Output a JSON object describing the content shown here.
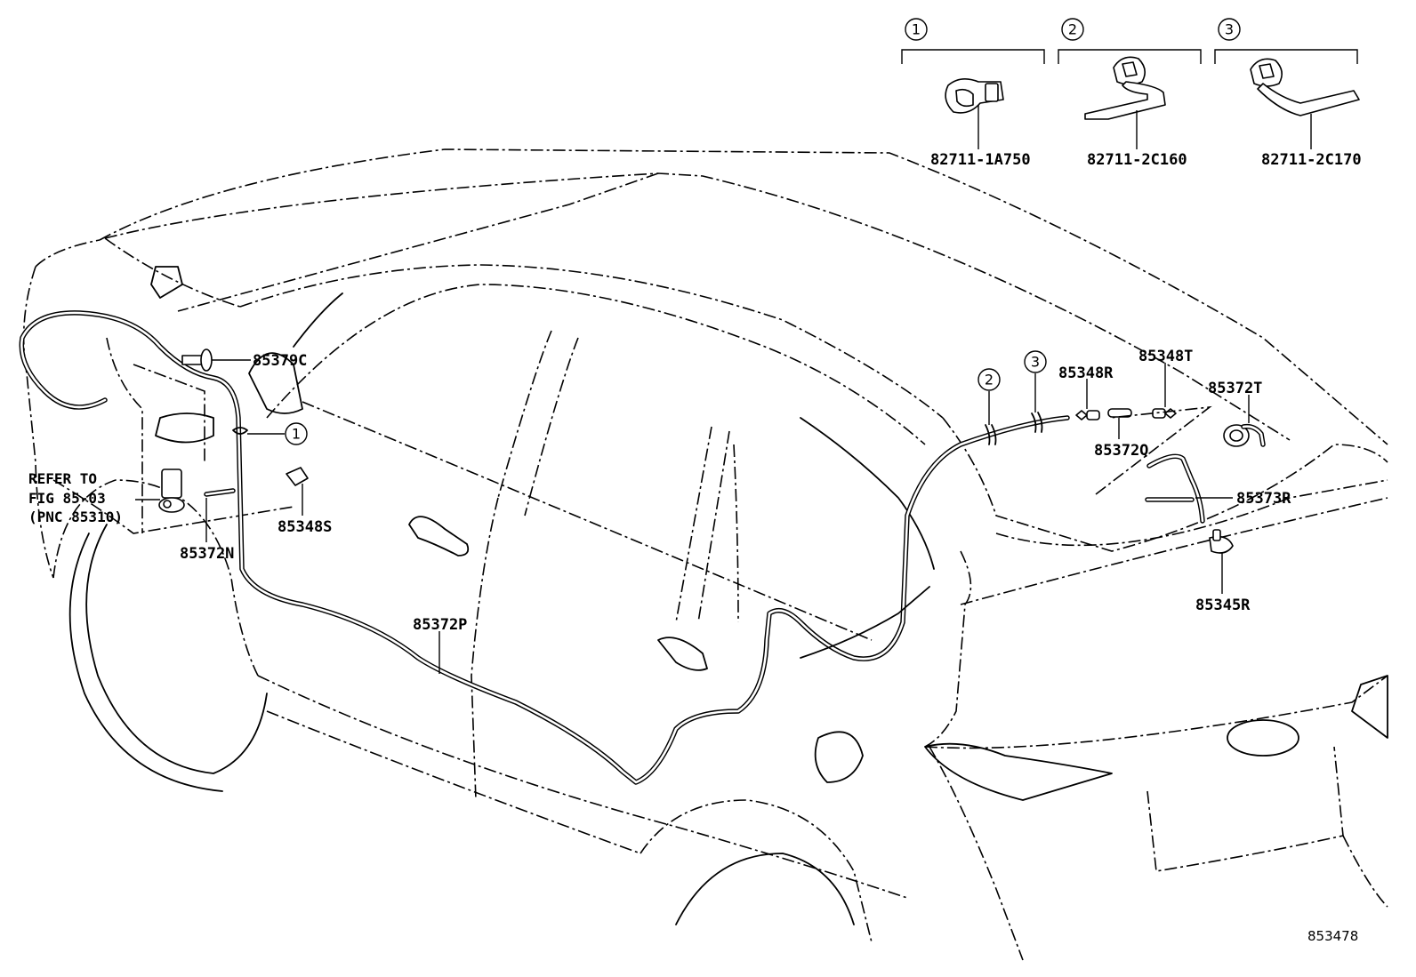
{
  "clip_variants": [
    {
      "callout": "1",
      "part_number": "82711-1A750"
    },
    {
      "callout": "2",
      "part_number": "82711-2C160"
    },
    {
      "callout": "3",
      "part_number": "82711-2C170"
    }
  ],
  "hose_callouts": [
    "1",
    "2",
    "3"
  ],
  "labels": {
    "p85379C": "85379C",
    "p85348S": "85348S",
    "p85372N": "85372N",
    "p85372P": "85372P",
    "p85348R": "85348R",
    "p85348T": "85348T",
    "p85372T": "85372T",
    "p85372Q": "85372Q",
    "p85373R": "85373R",
    "p85345R": "85345R"
  },
  "reference_note": {
    "line1": "REFER TO",
    "line2": "FIG 85-03",
    "line3": "(PNC 85310)"
  },
  "figure_number": "853478"
}
